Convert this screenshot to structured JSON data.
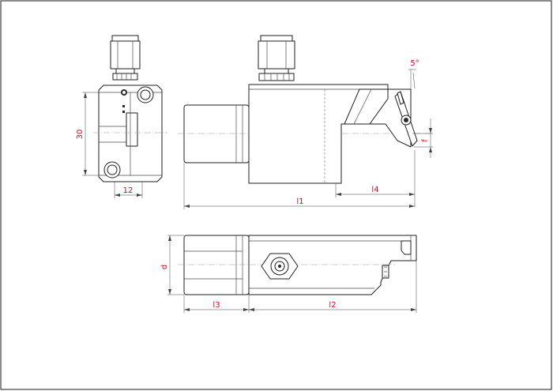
{
  "dimensions": {
    "height_30": "30",
    "width_12": "12",
    "angle": "5°",
    "f": "f",
    "l4": "l4",
    "l1": "l1",
    "d": "d",
    "l3": "l3",
    "l2": "l2"
  },
  "colors": {
    "dimension_text": "#d0101c",
    "lines": "#1f1f1f",
    "background": "#ffffff"
  }
}
